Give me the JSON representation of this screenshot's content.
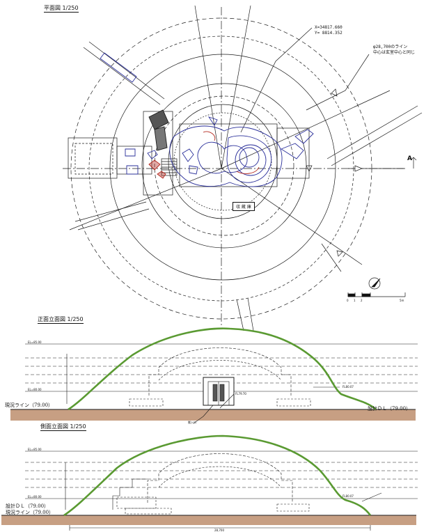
{
  "colors": {
    "ground": "#c79f83",
    "mound": "#5a9a32",
    "plan_lines": "#1a1a1a",
    "debris_blue": "#2a2f9a",
    "debris_red": "#b4281e"
  },
  "plan": {
    "title": "平面図 1/250",
    "coord_x": "X=34817.660",
    "coord_y": "Y= 8814.352",
    "note_line1": "φ28,700のライン",
    "note_line2": "中心は玄室中心と同じ",
    "section_mark": "A",
    "room_label": "収 蔵 庫",
    "scale_labels": [
      "0",
      "1",
      "2",
      "5m"
    ],
    "north_icon": "north-arrow-icon"
  },
  "front_elevation": {
    "title": "正面立面図 1/250",
    "left_ground": "現況ライン（79.00）",
    "right_ground": "設計ＤＬ（79.00）",
    "level_top": "EL=85.00",
    "level_bottom": "EL=80.00",
    "right_level": "FL80.07",
    "door_level": "FL79.70",
    "entrance_note": "搬入口"
  },
  "side_elevation": {
    "title": "側面立面図 1/250",
    "ground_line1": "設計ＤＬ（79.00）",
    "ground_line2": "現況ライン（79.00）",
    "level_top": "EL=85.00",
    "level_bottom": "EL=80.00",
    "right_level": "FL80.07",
    "span": "28,700"
  }
}
